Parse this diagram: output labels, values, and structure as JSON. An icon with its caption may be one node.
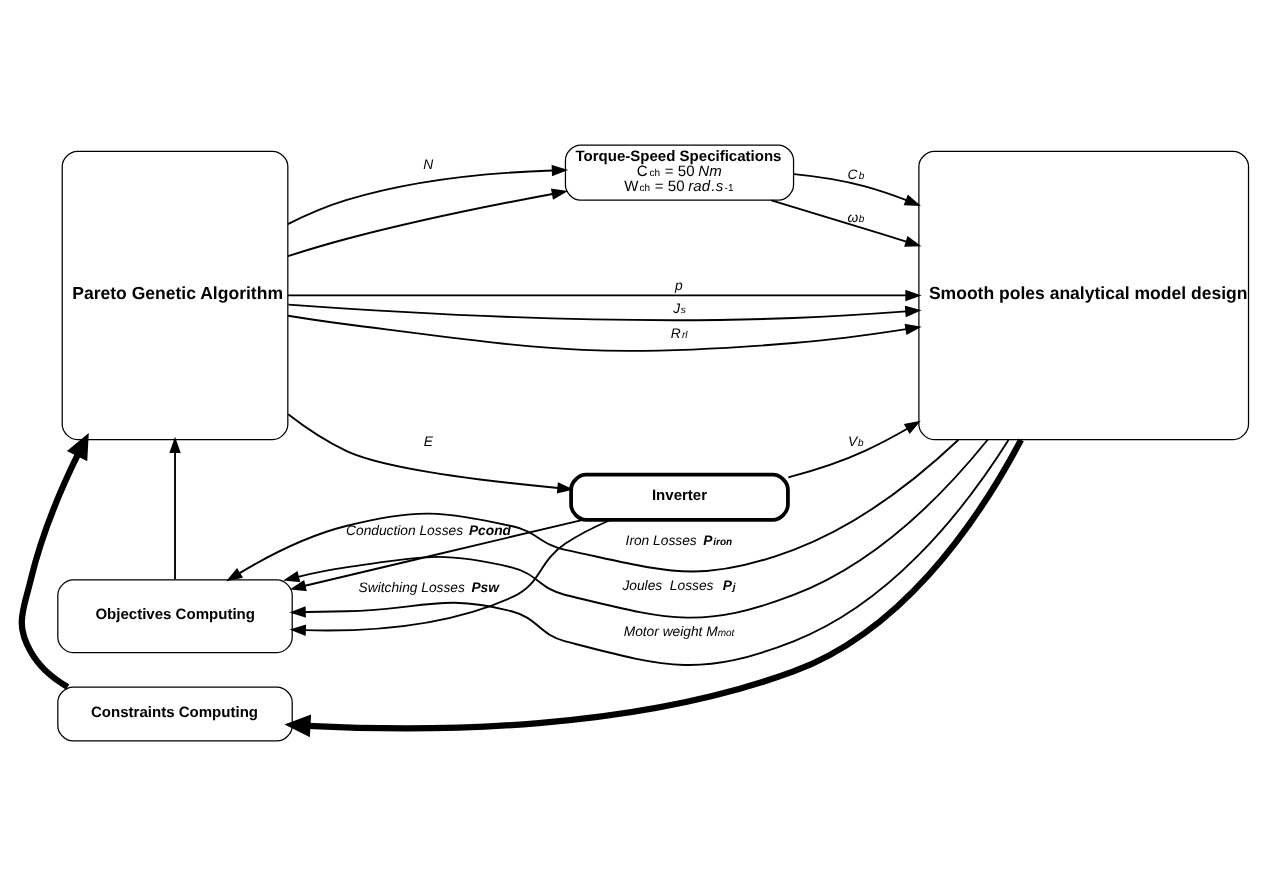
{
  "diagram": {
    "nodes": [
      {
        "text": [
          "Pareto Genetic Algorithm"
        ]
      },
      {
        "text": [
          "Torque-Speed Specifications",
          "C$_{ch}$ = 50 *Nm*",
          "W$_{ch}$ = 50 *rad*.*s*$^{-1}$"
        ]
      },
      {
        "text": [
          "Smooth poles analytical model design"
        ]
      },
      {
        "text": [
          "Inverter"
        ]
      },
      {
        "text": [
          "Objectives Computing"
        ]
      },
      {
        "text": [
          "Constraints Computing"
        ]
      }
    ],
    "edges": [
      {
        "from": 0,
        "to": 1,
        "arrow": "to",
        "label": "N"
      },
      {
        "from": 1,
        "to": 2,
        "arrow": "to",
        "label": "C$_{b}$"
      },
      {
        "from": 1,
        "to": 2,
        "arrow": "to",
        "label": "ω$_{b}$"
      },
      {
        "from": 0,
        "to": 2,
        "arrow": "to",
        "label": "p"
      },
      {
        "from": 0,
        "to": 1,
        "arrow": "to"
      },
      {
        "from": 0,
        "to": 2,
        "arrow": "to",
        "label": "J$_{s}$"
      },
      {
        "from": 0,
        "to": 2,
        "arrow": "to",
        "label": "R$_{rl}$"
      },
      {
        "from": 0,
        "to": 3,
        "arrow": "to",
        "label": "E"
      },
      {
        "from": 3,
        "to": 2,
        "arrow": "to",
        "label": "V$_{b}$"
      },
      {
        "from": 3,
        "to": 4,
        "arrow": "to",
        "label": "Conduction Losses **Pcond**"
      },
      {
        "from": 3,
        "to": 4,
        "arrow": "to",
        "label": "Switching Losses **Psw**"
      },
      {
        "from": 2,
        "to": 4,
        "arrow": "to",
        "label": "Iron Losses **P$_{iron}$**"
      },
      {
        "from": 2,
        "to": 4,
        "arrow": "to",
        "label": "Joules  Losses  **P$_{j}$**"
      },
      {
        "from": 2,
        "to": 4,
        "arrow": "to",
        "label": "Motor weight M$_{mot}$"
      },
      {
        "from": 4,
        "to": 0,
        "arrow": "to"
      },
      {
        "from": 2,
        "to": 5,
        "arrow": "to",
        "style": "thick"
      },
      {
        "from": 5,
        "to": 0,
        "arrow": "to",
        "style": "thick"
      }
    ]
  }
}
